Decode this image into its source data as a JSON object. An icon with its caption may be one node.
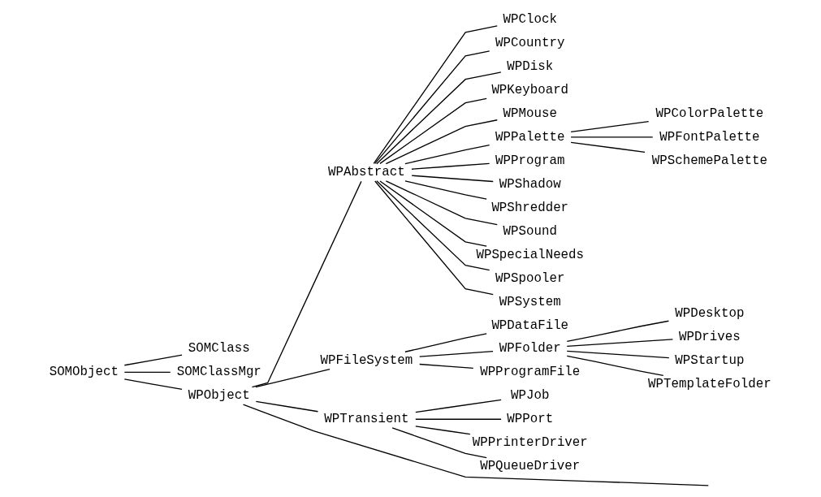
{
  "diagram": {
    "nodes": [
      {
        "text": [
          "SOMObject"
        ]
      },
      {
        "text": [
          "SOMClass"
        ]
      },
      {
        "text": [
          "SOMClassMgr"
        ]
      },
      {
        "text": [
          "WPObject"
        ]
      },
      {
        "text": [
          "WPAbstract"
        ]
      },
      {
        "text": [
          "WPClock"
        ]
      },
      {
        "text": [
          "WPCountry"
        ]
      },
      {
        "text": [
          "WPDisk"
        ]
      },
      {
        "text": [
          "WPKeyboard"
        ]
      },
      {
        "text": [
          "WPMouse"
        ]
      },
      {
        "text": [
          "WPPalette"
        ]
      },
      {
        "text": [
          "WPColorPalette"
        ]
      },
      {
        "text": [
          "WPFontPalette"
        ]
      },
      {
        "text": [
          "WPSchemePalette"
        ]
      },
      {
        "text": [
          "WPProgram"
        ]
      },
      {
        "text": [
          "WPShadow"
        ]
      },
      {
        "text": [
          "WPShredder"
        ]
      },
      {
        "text": [
          "WPSound"
        ]
      },
      {
        "text": [
          "WPSpecialNeeds"
        ]
      },
      {
        "text": [
          "WPSpooler"
        ]
      },
      {
        "text": [
          "WPSystem"
        ]
      },
      {
        "text": [
          "WPFileSystem"
        ]
      },
      {
        "text": [
          "WPDataFile"
        ]
      },
      {
        "text": [
          "WPFolder"
        ]
      },
      {
        "text": [
          "WPDesktop"
        ]
      },
      {
        "text": [
          "WPDrives"
        ]
      },
      {
        "text": [
          "WPStartup"
        ]
      },
      {
        "text": [
          "WPTemplateFolder"
        ]
      },
      {
        "text": [
          "WPProgramFile"
        ]
      },
      {
        "text": [
          "WPTransient"
        ]
      },
      {
        "text": [
          "WPJob"
        ]
      },
      {
        "text": [
          "WPPort"
        ]
      },
      {
        "text": [
          "WPPrinterDriver"
        ]
      },
      {
        "text": [
          "WPQueueDriver"
        ]
      }
    ],
    "edges": [
      {
        "from": 0,
        "to": 1,
        "arrow": "none"
      },
      {
        "from": 0,
        "to": 2,
        "arrow": "none"
      },
      {
        "from": 0,
        "to": 3,
        "arrow": "none"
      },
      {
        "from": 3,
        "to": 4,
        "arrow": "none"
      },
      {
        "from": 3,
        "to": 21,
        "arrow": "none"
      },
      {
        "from": 3,
        "to": 29,
        "arrow": "none"
      },
      {
        "from": 3,
        "to": null,
        "arrow": "none"
      },
      {
        "from": 4,
        "to": 5,
        "arrow": "none"
      },
      {
        "from": 4,
        "to": 6,
        "arrow": "none"
      },
      {
        "from": 4,
        "to": 7,
        "arrow": "none"
      },
      {
        "from": 4,
        "to": 8,
        "arrow": "none"
      },
      {
        "from": 4,
        "to": 9,
        "arrow": "none"
      },
      {
        "from": 4,
        "to": 10,
        "arrow": "none"
      },
      {
        "from": 10,
        "to": 11,
        "arrow": "none"
      },
      {
        "from": 10,
        "to": 12,
        "arrow": "none"
      },
      {
        "from": 10,
        "to": 13,
        "arrow": "none"
      },
      {
        "from": 4,
        "to": 14,
        "arrow": "none"
      },
      {
        "from": 4,
        "to": 15,
        "arrow": "none"
      },
      {
        "from": 4,
        "to": 16,
        "arrow": "none"
      },
      {
        "from": 4,
        "to": 17,
        "arrow": "none"
      },
      {
        "from": 4,
        "to": 18,
        "arrow": "none"
      },
      {
        "from": 4,
        "to": 19,
        "arrow": "none"
      },
      {
        "from": 4,
        "to": 20,
        "arrow": "none"
      },
      {
        "from": 21,
        "to": 22,
        "arrow": "none"
      },
      {
        "from": 21,
        "to": 23,
        "arrow": "none"
      },
      {
        "from": 23,
        "to": 24,
        "arrow": "none"
      },
      {
        "from": 23,
        "to": 25,
        "arrow": "none"
      },
      {
        "from": 23,
        "to": 26,
        "arrow": "none"
      },
      {
        "from": 23,
        "to": 27,
        "arrow": "none"
      },
      {
        "from": 21,
        "to": 28,
        "arrow": "none"
      },
      {
        "from": 29,
        "to": 30,
        "arrow": "none"
      },
      {
        "from": 29,
        "to": 31,
        "arrow": "none"
      },
      {
        "from": 29,
        "to": 32,
        "arrow": "none"
      },
      {
        "from": 29,
        "to": 33,
        "arrow": "none"
      }
    ]
  }
}
